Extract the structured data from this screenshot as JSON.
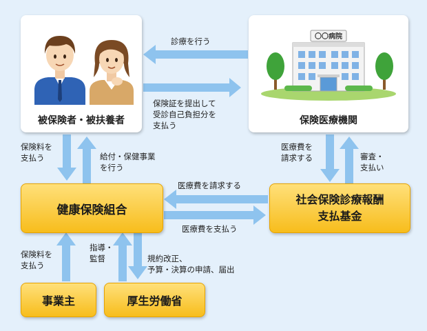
{
  "nodes": {
    "insured": "被保険者・被扶養者",
    "hospital": "保険医療機関",
    "hospital_sign": "〇〇病院",
    "union": "健康保険組合",
    "fund_line1": "社会保険診療報酬",
    "fund_line2": "支払基金",
    "employer": "事業主",
    "ministry": "厚生労働省"
  },
  "flows": {
    "consultation": "診療を行う",
    "submit_card_l1": "保険証を提出して",
    "submit_card_l2": "受診自己負担分を",
    "submit_card_l3": "支払う",
    "pay_premium_l1": "保険料を",
    "pay_premium_l2": "支払う",
    "benefits_l1": "給付・保健事業",
    "benefits_l2": "を行う",
    "med_claim_l1": "医療費を",
    "med_claim_l2": "請求する",
    "review_l1": "審査・",
    "review_l2": "支払い",
    "claim_costs": "医療費を請求する",
    "pay_costs": "医療費を支払う",
    "employer_premium_l1": "保険料を",
    "employer_premium_l2": "支払う",
    "guidance_l1": "指導・",
    "guidance_l2": "監督",
    "reports_l1": "規約改正、",
    "reports_l2": "予算・決算の申請、届出"
  },
  "colors": {
    "background": "#e4f0fb",
    "arrow": "#8ec3ee",
    "box_orange": "#f7bd1c",
    "box_white": "#ffffff"
  }
}
